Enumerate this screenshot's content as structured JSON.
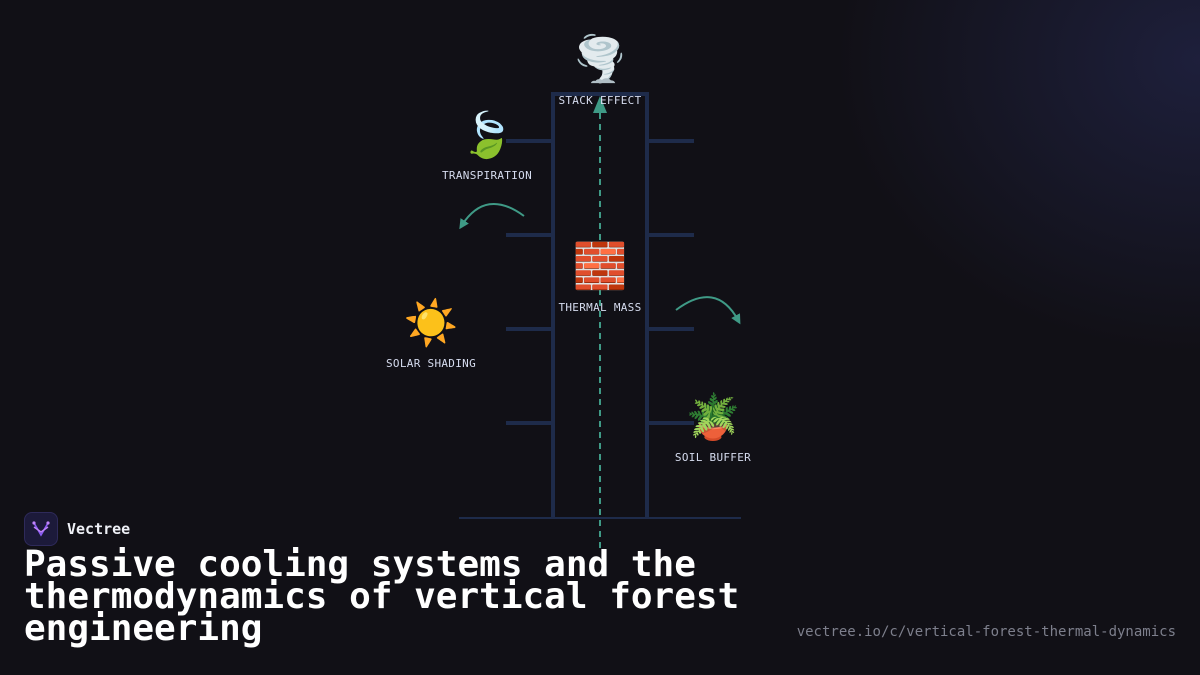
{
  "diagram": {
    "labels": {
      "stack_effect": "STACK EFFECT",
      "transpiration": "TRANSPIRATION",
      "thermal_mass": "THERMAL MASS",
      "solar_shading": "SOLAR SHADING",
      "soil_buffer": "SOIL BUFFER"
    },
    "icons": {
      "stack_effect": "🌪️",
      "transpiration": "🍃",
      "thermal_mass": "🧱",
      "solar_shading": "☀️",
      "soil_buffer": "🪴"
    },
    "colors": {
      "structure": "#1e2b4a",
      "airflow": "#3f9a86",
      "label": "#d6dcef"
    }
  },
  "brand": {
    "name": "Vectree"
  },
  "headline": "Passive cooling systems and the thermodynamics of vertical forest engineering",
  "url": "vectree.io/c/vertical-forest-thermal-dynamics"
}
